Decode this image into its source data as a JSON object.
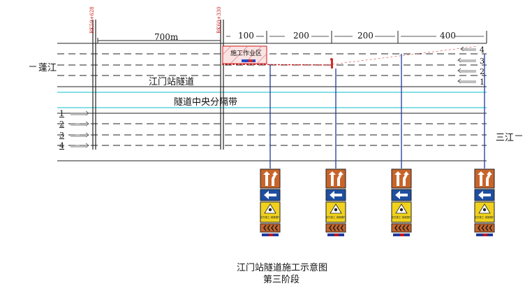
{
  "diagram": {
    "stake_left": "RK59+628",
    "stake_right": "RK60+330",
    "dist_700": "700m",
    "dist_100": "100",
    "dist_200a": "200",
    "dist_200b": "200",
    "dist_400": "400",
    "work_zone": "施工作业区",
    "west_place": "蓬江",
    "east_place": "三江",
    "tunnel_name": "江门站隧道",
    "median": "隧道中央分隔带",
    "top_lanes": [
      "4",
      "3",
      "2",
      "1"
    ],
    "bottom_lanes": [
      "1",
      "2",
      "3",
      "4"
    ],
    "sign_text": "前方施工 减速慢行",
    "title": "江门站隧道施工示意图",
    "subtitle": "第三阶段",
    "colors": {
      "median_line": "#5fd3e0",
      "sign_orange": "#c8642a",
      "sign_blue": "#1f4fa0",
      "sign_yellow": "#f0d21e",
      "post_blue": "#1f3a9c",
      "taper_red": "#c81818"
    }
  }
}
